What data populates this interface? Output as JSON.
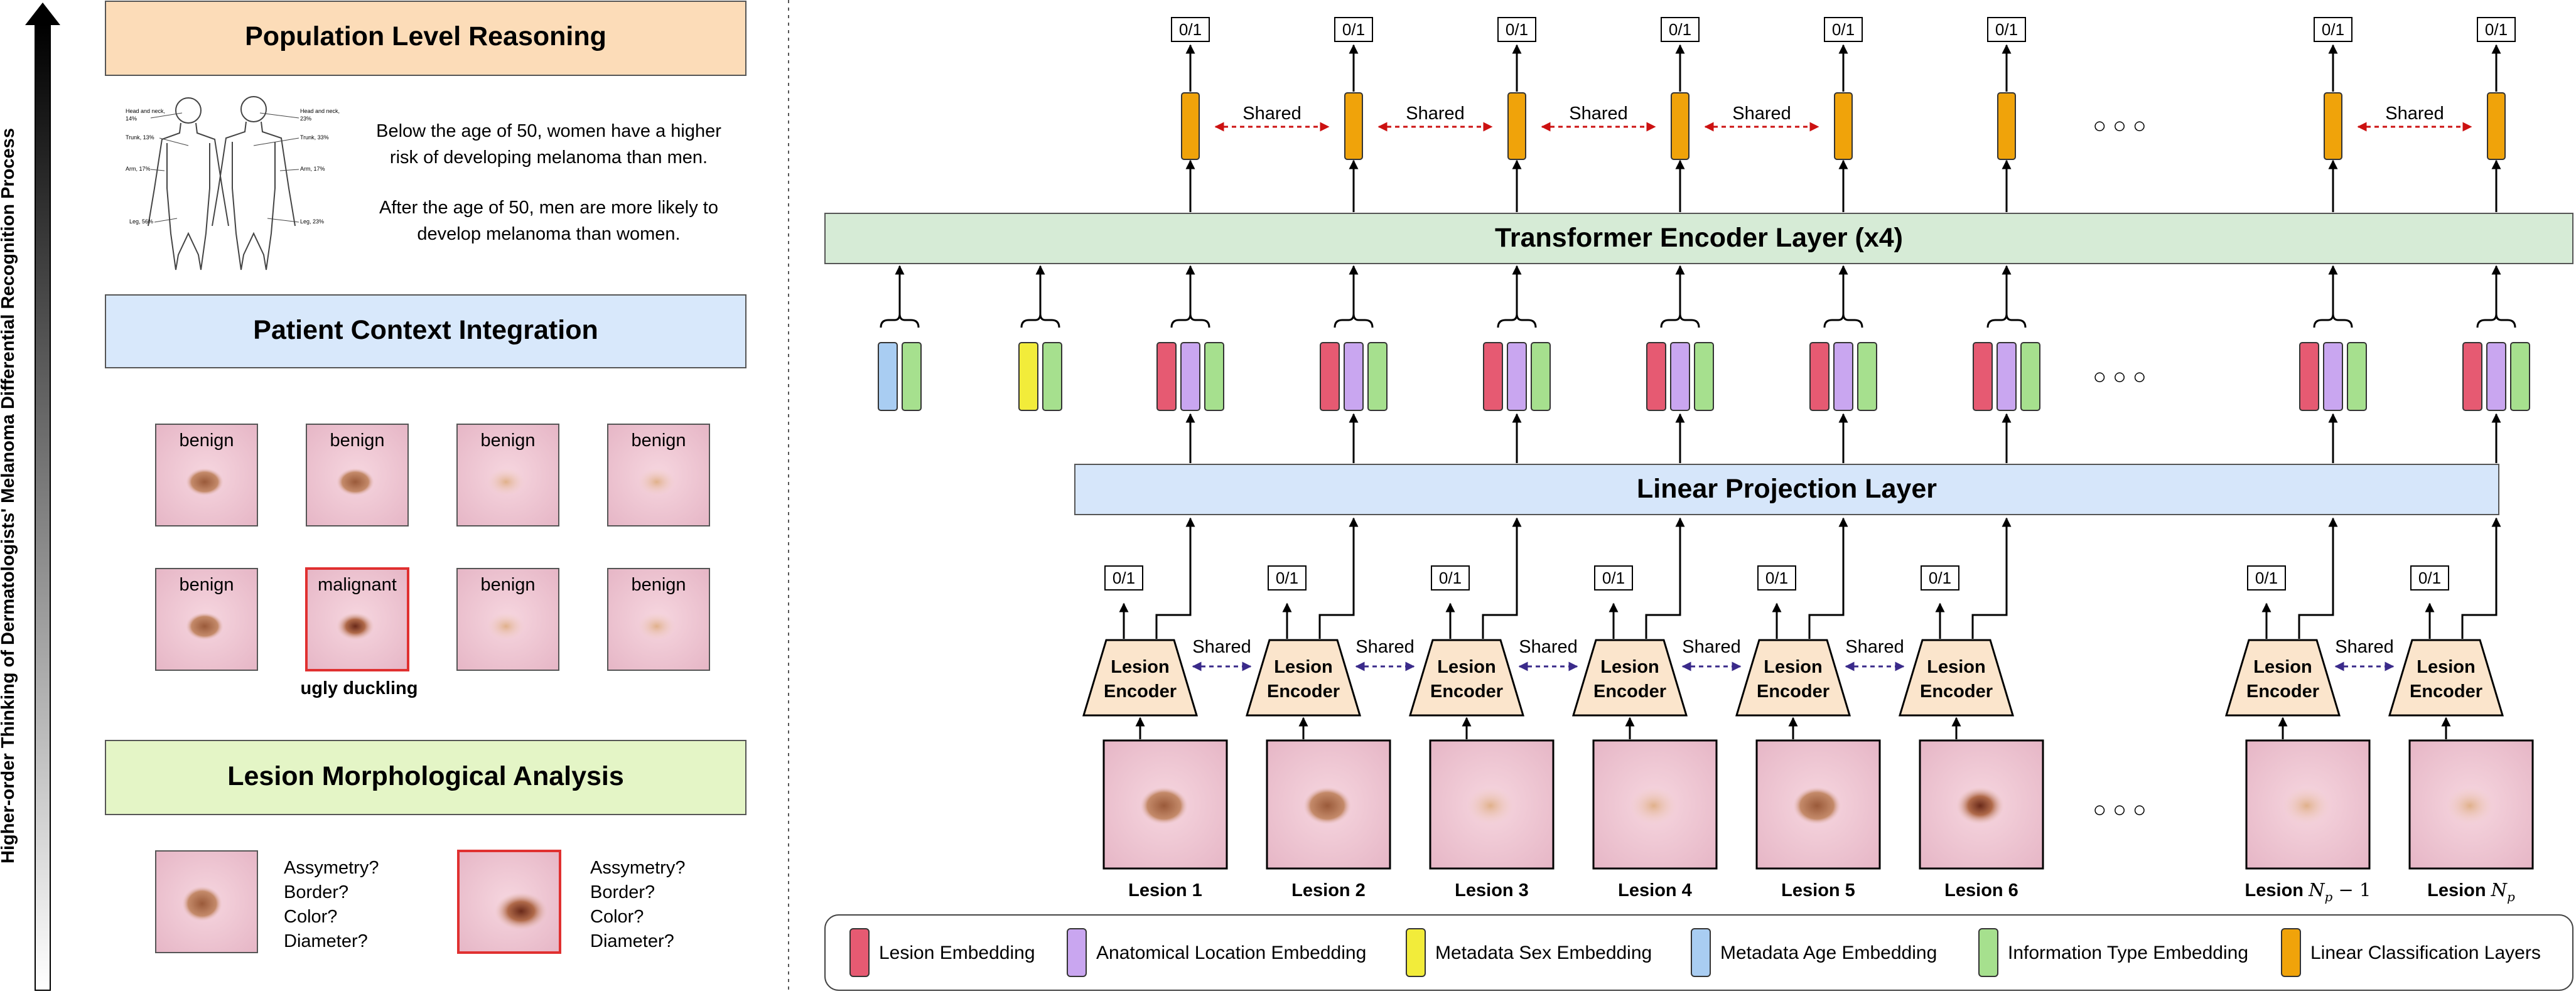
{
  "left_panel": {
    "vertical_axis_label": "Higher-order Thinking of Dermatologists' Melanoma Differential Recognition Process",
    "population": {
      "title": "Population Level Reasoning",
      "statement_1": [
        "Below the age of 50, women have a higher",
        "risk of developing melanoma than men."
      ],
      "statement_2": [
        "After the age of 50, men are more likely to",
        "develop melanoma than women."
      ],
      "body_labels": {
        "left_head": [
          "Head and neck,",
          "14%"
        ],
        "left_trunk": "Trunk, 13%",
        "left_arm": "Arm, 17%",
        "left_leg": "Leg, 56%",
        "right_head": [
          "Head and neck,",
          "23%"
        ],
        "right_trunk": "Trunk, 33%",
        "right_arm": "Arm, 17%",
        "right_leg": "Leg, 23%"
      }
    },
    "patient_context": {
      "title": "Patient Context Integration",
      "row1_labels": [
        "benign",
        "benign",
        "benign",
        "benign"
      ],
      "row2_labels": [
        "benign",
        "malignant",
        "benign",
        "benign"
      ],
      "ugly_duckling": "ugly duckling"
    },
    "morphology": {
      "title": "Lesion Morphological Analysis",
      "questions_a": [
        "Assymetry?",
        "Border?",
        "Color?",
        "Diameter?"
      ],
      "questions_b": [
        "Assymetry?",
        "Border?",
        "Color?",
        "Diameter?"
      ]
    }
  },
  "architecture": {
    "transformer_label": "Transformer Encoder Layer (x4)",
    "projection_label": "Linear Projection Layer",
    "output_label": "0/1",
    "shared_label": "Shared",
    "encoder_label_line1": "Lesion",
    "encoder_label_line2": "Encoder",
    "ellipsis": "○ ○ ○",
    "lesions": [
      "Lesion 1",
      "Lesion 2",
      "Lesion 3",
      "Lesion 4",
      "Lesion 5",
      "Lesion 6"
    ],
    "lesion_last_prefix": "Lesion ",
    "lesion_np1_symbol": "N",
    "lesion_np1_sub": "p",
    "lesion_np1_suffix": " − 1",
    "lesion_np_symbol": "N",
    "lesion_np_sub": "p"
  },
  "legend": [
    {
      "label": "Lesion Embedding",
      "color": "#e65a72"
    },
    {
      "label": "Anatomical Location Embedding",
      "color": "#c9a6f0"
    },
    {
      "label": "Metadata Sex Embedding",
      "color": "#f2ec3a"
    },
    {
      "label": "Metadata Age Embedding",
      "color": "#a9cdf2"
    },
    {
      "label": "Information Type Embedding",
      "color": "#a6e08e"
    },
    {
      "label": "Linear Classification Layers",
      "color": "#f0a30a"
    }
  ],
  "colors": {
    "population_header": "#fcdcb8",
    "context_header": "#d8e8fb",
    "morphology_header": "#e4f5c6",
    "transformer_fill": "#d6ebd6",
    "projection_fill": "#d6e6fa",
    "encoder_fill": "#fbe5cc",
    "shared_arrow_top": "#cc1111",
    "shared_arrow_bottom": "#3a2a8a",
    "skin": "#f0c6d3",
    "malignant_border": "#e03030"
  }
}
